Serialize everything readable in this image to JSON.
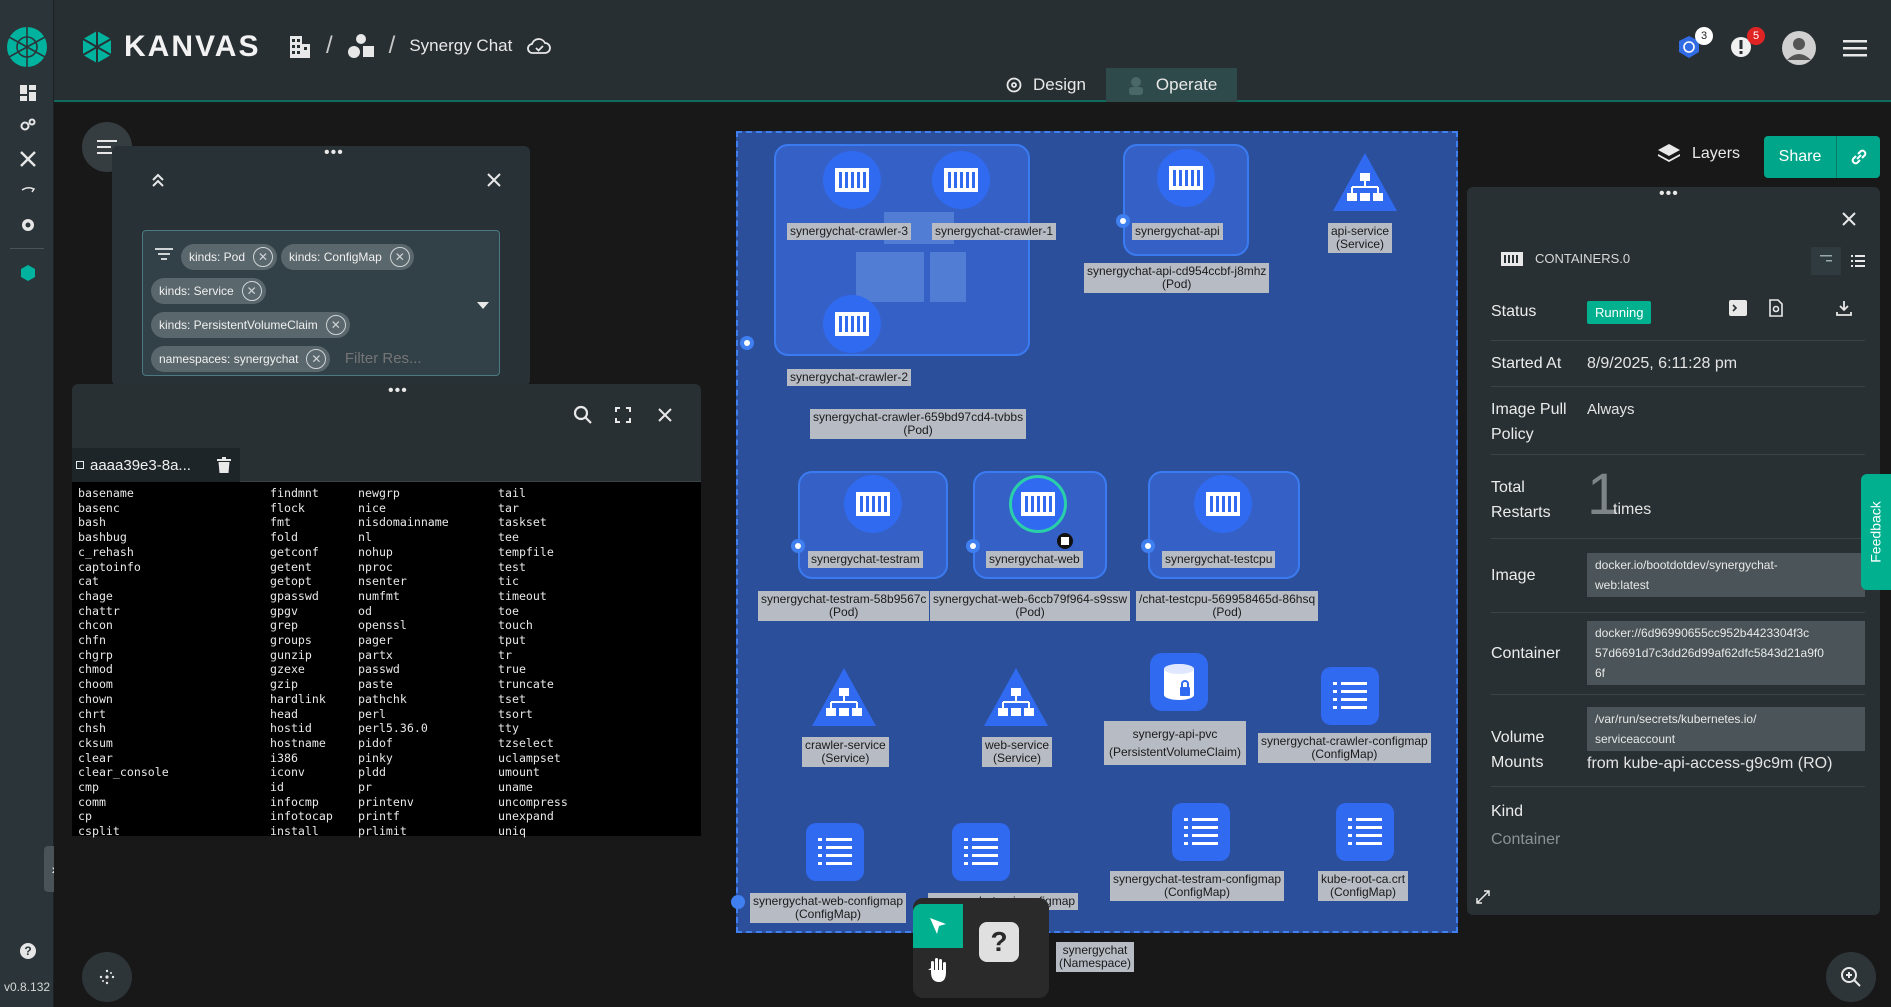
{
  "app": {
    "brand": "KANVAS",
    "breadcrumb_design": "Synergy Chat",
    "version": "v0.8.132"
  },
  "modes": [
    {
      "label": "Design"
    },
    {
      "label": "Operate"
    }
  ],
  "header_right": {
    "k8s_badge": "3",
    "alert_badge": "5"
  },
  "filter": {
    "chips": [
      "kinds: Pod",
      "kinds: ConfigMap",
      "kinds: Service",
      "kinds: PersistentVolumeClaim",
      "namespaces: synergychat"
    ],
    "placeholder": "Filter Res..."
  },
  "terminal": {
    "tab_label": "aaaa39e3-8a...",
    "col1": "basename\nbasenc\nbash\nbashbug\nc_rehash\ncaptoinfo\ncat\nchage\nchattr\nchcon\nchfn\nchgrp\nchmod\nchoom\nchown\nchrt\nchsh\ncksum\nclear\nclear_console\ncmp\ncomm\ncp\ncsplit",
    "col2": "findmnt\nflock\nfmt\nfold\ngetconf\ngetent\ngetopt\ngpasswd\ngpgv\ngrep\ngroups\ngunzip\ngzexe\ngzip\nhardlink\nhead\nhostid\nhostname\ni386\niconv\nid\ninfocmp\ninfotocap\ninstall",
    "col3": "newgrp\nnice\nnisdomainname\nnl\nnohup\nnproc\nnsenter\nnumfmt\nod\nopenssl\npager\npartx\npasswd\npaste\npathchk\nperl\nperl5.36.0\npidof\npinky\npldd\npr\nprintenv\nprintf\nprlimit",
    "col4": "tail\ntar\ntaskset\ntee\ntempfile\ntest\ntic\ntimeout\ntoe\ntouch\ntput\ntr\ntrue\ntruncate\ntset\ntsort\ntty\ntzselect\nuclampset\numount\nuname\nuncompress\nunexpand\nuniq"
  },
  "canvas": {
    "namespace_label": [
      "synergychat",
      "(Namespace)"
    ],
    "crawler_group_label": [
      "synergychat-crawler-659bd97cd4-tvbbs",
      "(Pod)"
    ],
    "crawler_3": "synergychat-crawler-3",
    "crawler_1": "synergychat-crawler-1",
    "crawler_2": "synergychat-crawler-2",
    "api_container": "synergychat-api",
    "api_pod": [
      "synergychat-api-cd954ccbf-j8mhz",
      "(Pod)"
    ],
    "api_service": [
      "api-service",
      "(Service)"
    ],
    "testram_container": "synergychat-testram",
    "testram_pod": [
      "synergychat-testram-58b9567c",
      "(Pod)"
    ],
    "web_container": "synergychat-web",
    "web_pod": [
      "synergychat-web-6ccb79f964-s9ssw",
      "(Pod)"
    ],
    "testcpu_container": "synergychat-testcpu",
    "testcpu_pod": [
      "/chat-testcpu-569958465d-86hsq",
      "(Pod)"
    ],
    "crawler_service": [
      "crawler-service",
      "(Service)"
    ],
    "web_service": [
      "web-service",
      "(Service)"
    ],
    "pvc": [
      "synergy-api-pvc",
      "(PersistentVolumeClaim)"
    ],
    "crawler_cm": [
      "synergychat-crawler-configmap",
      "(ConfigMap)"
    ],
    "web_cm": [
      "synergychat-web-configmap",
      "(ConfigMap)"
    ],
    "api_cm": [
      "synergychat-api-configmap",
      ""
    ],
    "testram_cm": [
      "synergychat-testram-configmap",
      "(ConfigMap)"
    ],
    "root_ca": [
      "kube-root-ca.crt",
      "(ConfigMap)"
    ]
  },
  "layers_label": "Layers",
  "share_label": "Share",
  "feedback_label": "Feedback",
  "details": {
    "section": "CONTAINERS.0",
    "status_key": "Status",
    "status_val": "Running",
    "started_key": "Started At",
    "started_val": "8/9/2025, 6:11:28 pm",
    "pull_key_1": "Image Pull",
    "pull_key_2": "Policy",
    "pull_val": "Always",
    "restarts_key_1": "Total",
    "restarts_key_2": "Restarts",
    "restarts_num": "1",
    "restarts_unit": "times",
    "image_key": "Image",
    "image_val_1": "docker.io/bootdotdev/synergychat-",
    "image_val_2": "web:latest",
    "container_key": "Container",
    "container_val_1": "docker://6d96990655cc952b4423304f3c",
    "container_val_2": "57d6691d7c3dd26d99af62dfc5843d21a9f0",
    "container_val_3": "6f",
    "mounts_key_1": "Volume",
    "mounts_key_2": "Mounts",
    "mounts_path_1": "/var/run/secrets/kubernetes.io/",
    "mounts_path_2": "serviceaccount",
    "mounts_from": "from kube-api-access-g9c9m (RO)",
    "kind_key": "Kind",
    "kind_val": "Container"
  },
  "colors": {
    "accent": "#00a68a",
    "node_blue": "#2f6af0",
    "running": "#00b08e",
    "namespace_fill": "#2c4f9c"
  }
}
